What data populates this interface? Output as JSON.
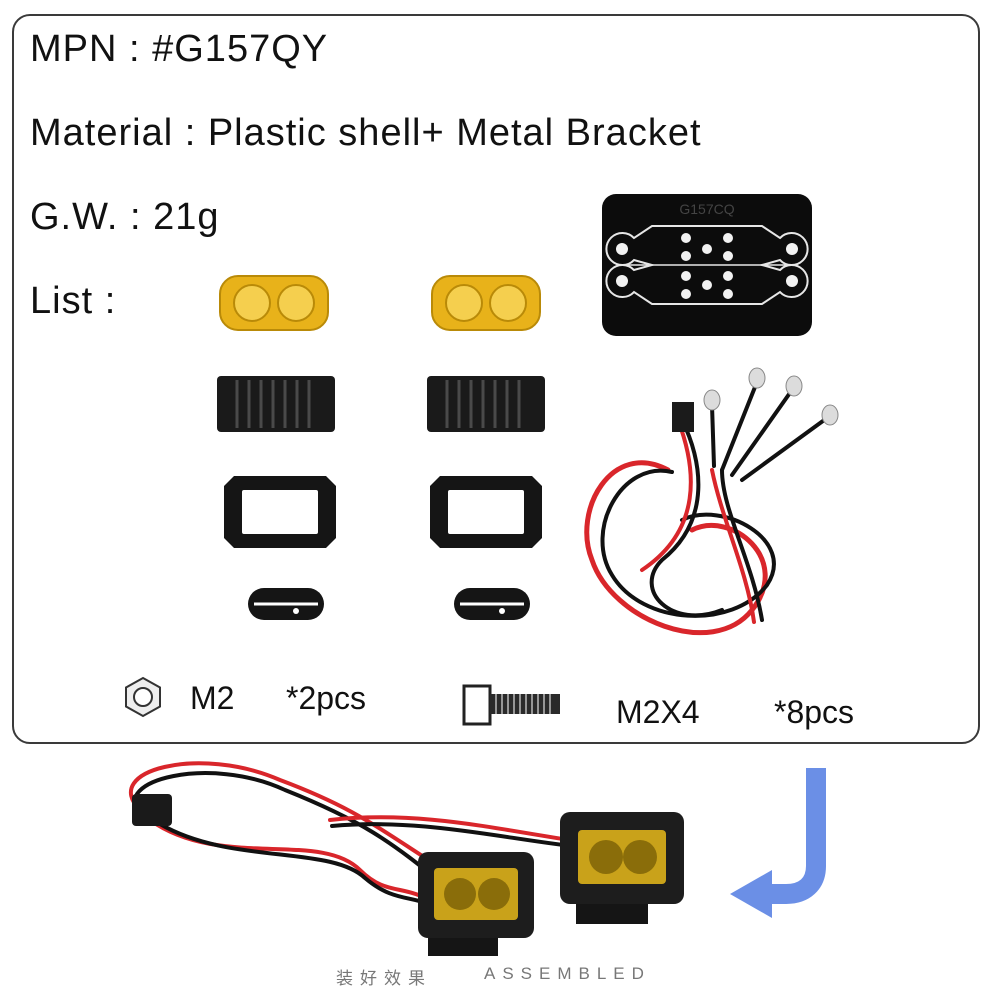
{
  "specs": {
    "mpn": "MPN : #G157QY",
    "material": "Material : Plastic shell+ Metal Bracket",
    "gw": "G.W. : 21g",
    "list": "List :"
  },
  "bracket_plate": {
    "engraving": "G157CQ"
  },
  "hardware": {
    "nut": {
      "icon": "hex-nut-icon",
      "size": "M2",
      "qty": "*2pcs"
    },
    "screw": {
      "icon": "screw-icon",
      "size": "M2X4",
      "qty": "*8pcs"
    }
  },
  "footer": {
    "label_cn": "装好效果",
    "label_en": "ASSEMBLED"
  },
  "colors": {
    "lens": "#e8b21a",
    "wire_red": "#d9262b",
    "wire_black": "#111111",
    "arrow": "#6b8fe6"
  }
}
